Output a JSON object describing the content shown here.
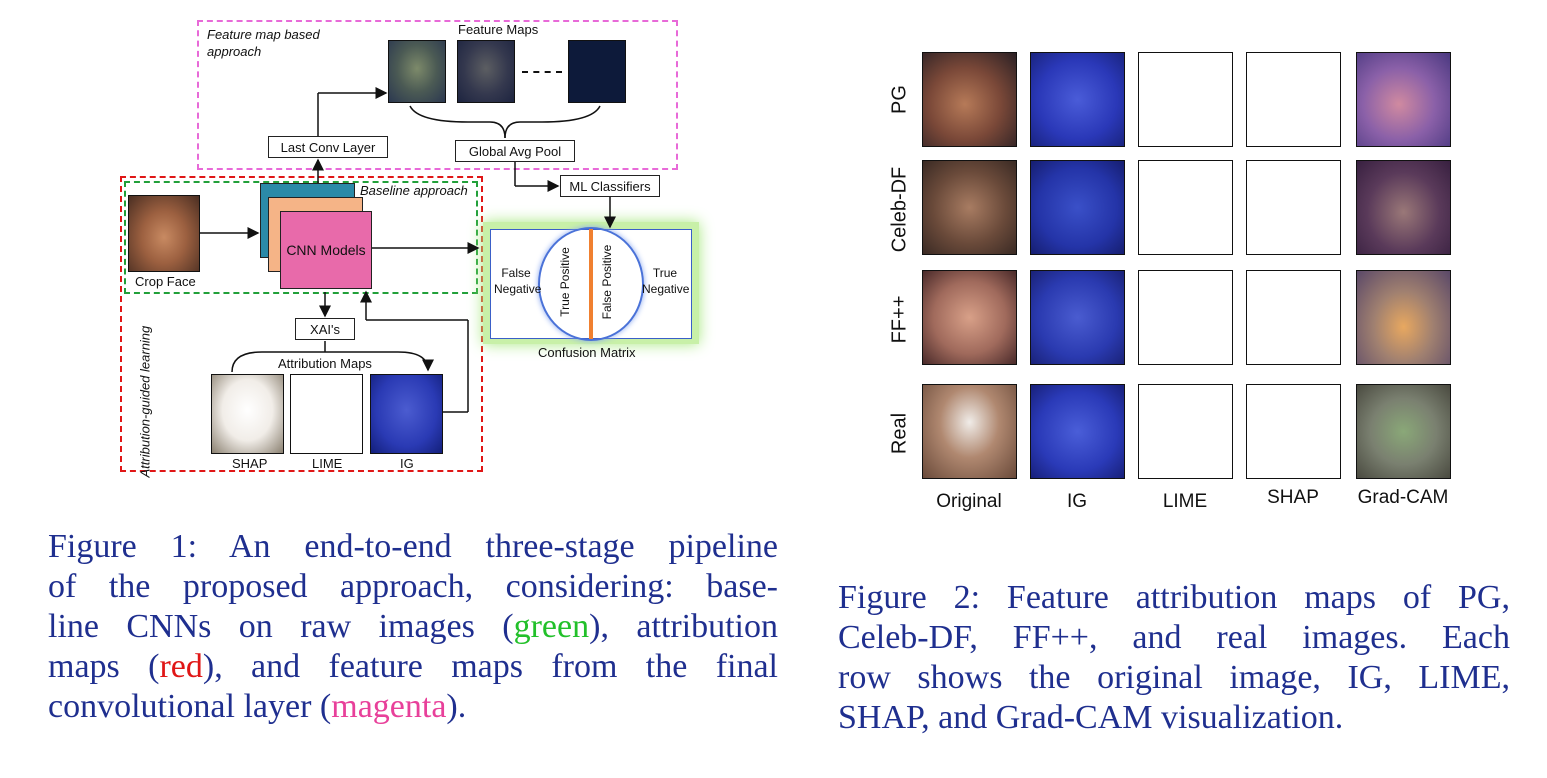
{
  "figure1": {
    "feature_map_title": "Feature map based approach",
    "feature_maps_label": "Feature Maps",
    "last_conv_label": "Last Conv Layer",
    "global_avg_pool_label": "Global Avg Pool",
    "ml_classifiers_label": "ML Classifiers",
    "baseline_label": "Baseline approach",
    "crop_face_label": "Crop Face",
    "cnn_models_label": "CNN Models",
    "xai_label": "XAI's",
    "attribution_maps_label": "Attribution Maps",
    "attribution_guided_label": "Attribution-guided learning",
    "shap_label": "SHAP",
    "lime_label": "LIME",
    "ig_label": "IG",
    "false_negative_label": "False Negative",
    "true_positive_label": "True Positive",
    "false_positive_label": "False Positive",
    "true_negative_label": "True Negative",
    "confusion_matrix_label": "Confusion Matrix",
    "colors": {
      "green": "#22a03a",
      "red": "#e01616",
      "magenta": "#e86ad8"
    }
  },
  "figure2": {
    "rows": [
      "PG",
      "Celeb-DF",
      "FF++",
      "Real"
    ],
    "columns": [
      "Original",
      "IG",
      "LIME",
      "SHAP",
      "Grad-CAM"
    ]
  },
  "caption1": {
    "prefix": "Figure 1: An end-to-end three-stage pipeline of the proposed approach, considering: base-line CNNs on raw images (",
    "l1": "Figure 1: An end-to-end three-stage pipeline",
    "l2": "of the proposed approach, considering: base-",
    "l3a": "line CNNs on raw images (",
    "green": "green",
    "l3b": "), attribution",
    "l4a": "maps (",
    "red": "red",
    "l4b": "), and feature maps from the final",
    "l5a": "convolutional layer (",
    "magenta": "magenta",
    "l5b": ")."
  },
  "caption2": {
    "l1": "Figure 2: Feature attribution maps of PG,",
    "l2": "Celeb-DF, FF++, and real images.  Each",
    "l3": "row shows the original image, IG, LIME,",
    "l4": "SHAP, and Grad-CAM visualization."
  }
}
